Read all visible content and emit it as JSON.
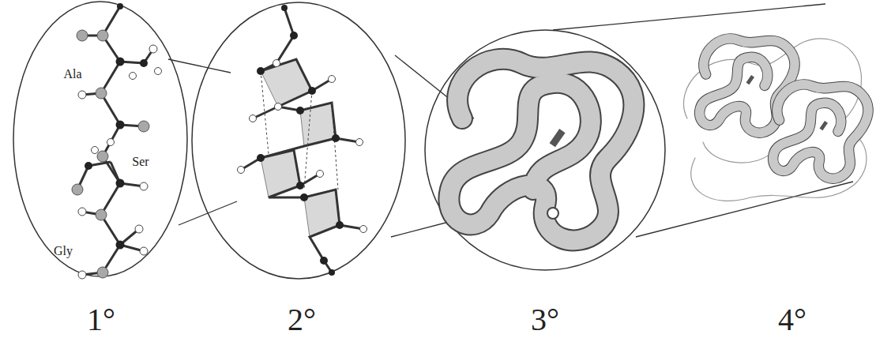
{
  "diagram": {
    "labels": [
      "Ala",
      "Ser",
      "Gly",
      "1°",
      "2°",
      "3°",
      "4°"
    ]
  }
}
